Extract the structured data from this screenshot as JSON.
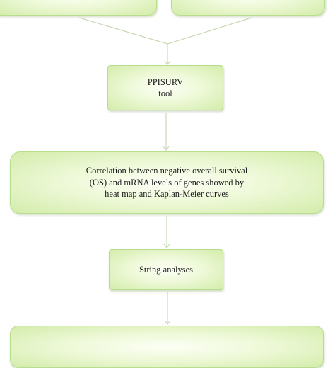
{
  "diagram": {
    "nodes": {
      "top_left": {
        "label": ""
      },
      "top_right": {
        "label": ""
      },
      "ppisurv": {
        "label": "PPISURV\ntool"
      },
      "correlation": {
        "label": "Correlation between negative overall survival\n(OS) and mRNA levels of genes showed by\nheat map and Kaplan-Meier curves"
      },
      "string": {
        "label": "String analyses"
      },
      "bottom": {
        "label": ""
      }
    },
    "colors": {
      "node_fill": "#e4f4c4",
      "node_border": "#b9dd8f",
      "connector": "#c9d9b4"
    }
  }
}
